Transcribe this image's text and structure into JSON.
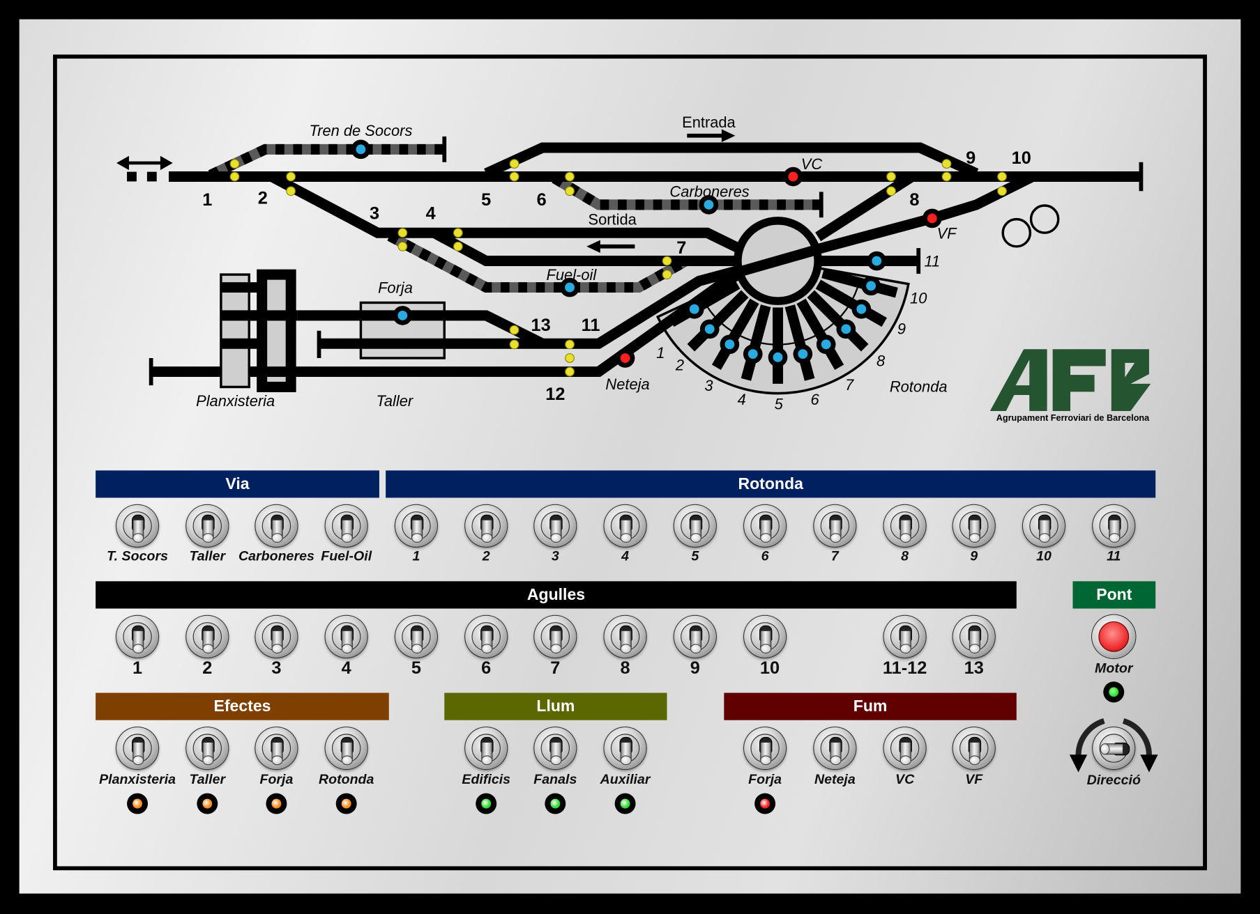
{
  "diagram": {
    "labels": {
      "tren_socors": "Tren de Socors",
      "entrada": "Entrada",
      "vc": "VC",
      "carboneres": "Carboneres",
      "sortida": "Sortida",
      "fuel_oil": "Fuel-oil",
      "forja": "Forja",
      "vf": "VF",
      "neteja": "Neteja",
      "rotonda": "Rotonda",
      "planxisteria": "Planxisteria",
      "taller": "Taller",
      "via11": "11"
    },
    "turnouts": [
      "1",
      "2",
      "3",
      "4",
      "5",
      "6",
      "7",
      "8",
      "9",
      "10",
      "11",
      "12",
      "13"
    ],
    "stalls": [
      "1",
      "2",
      "3",
      "4",
      "5",
      "6",
      "7",
      "8",
      "9",
      "10"
    ]
  },
  "logo": {
    "text": "AFB",
    "subtitle": "Agrupament Ferroviari de Barcelona"
  },
  "panel": {
    "via": {
      "title": "Via",
      "switches": [
        "T. Socors",
        "Taller",
        "Carboneres",
        "Fuel-Oil"
      ]
    },
    "rotonda": {
      "title": "Rotonda",
      "switches": [
        "1",
        "2",
        "3",
        "4",
        "5",
        "6",
        "7",
        "8",
        "9",
        "10",
        "11"
      ]
    },
    "agulles": {
      "title": "Agulles",
      "switches": [
        "1",
        "2",
        "3",
        "4",
        "5",
        "6",
        "7",
        "8",
        "9",
        "10",
        "11-12",
        "13"
      ]
    },
    "pont": {
      "title": "Pont",
      "motor": "Motor",
      "direction": "Direcció",
      "motor_led_on": true
    },
    "efectes": {
      "title": "Efectes",
      "switches": [
        "Planxisteria",
        "Taller",
        "Forja",
        "Rotonda"
      ],
      "leds": [
        true,
        true,
        true,
        true
      ]
    },
    "llum": {
      "title": "Llum",
      "switches": [
        "Edificis",
        "Fanals",
        "Auxiliar"
      ],
      "leds": [
        true,
        true,
        true
      ]
    },
    "fum": {
      "title": "Fum",
      "switches": [
        "Forja",
        "Neteja",
        "VC",
        "VF"
      ],
      "leds": [
        true,
        false,
        false,
        false
      ]
    }
  },
  "colors": {
    "via_header": "#002060",
    "agulles_header": "#000000",
    "pont_header": "#006633",
    "efectes_header": "#7f3f00",
    "llum_header": "#5b6700",
    "fum_header": "#600000",
    "logo_green": "#255430",
    "led_orange": "#ff8c1a",
    "led_green": "#33dd33",
    "led_red": "#ff2020",
    "marker_blue": "#29abe2",
    "marker_red": "#ff2020",
    "turnout_yellow": "#e8e030"
  }
}
